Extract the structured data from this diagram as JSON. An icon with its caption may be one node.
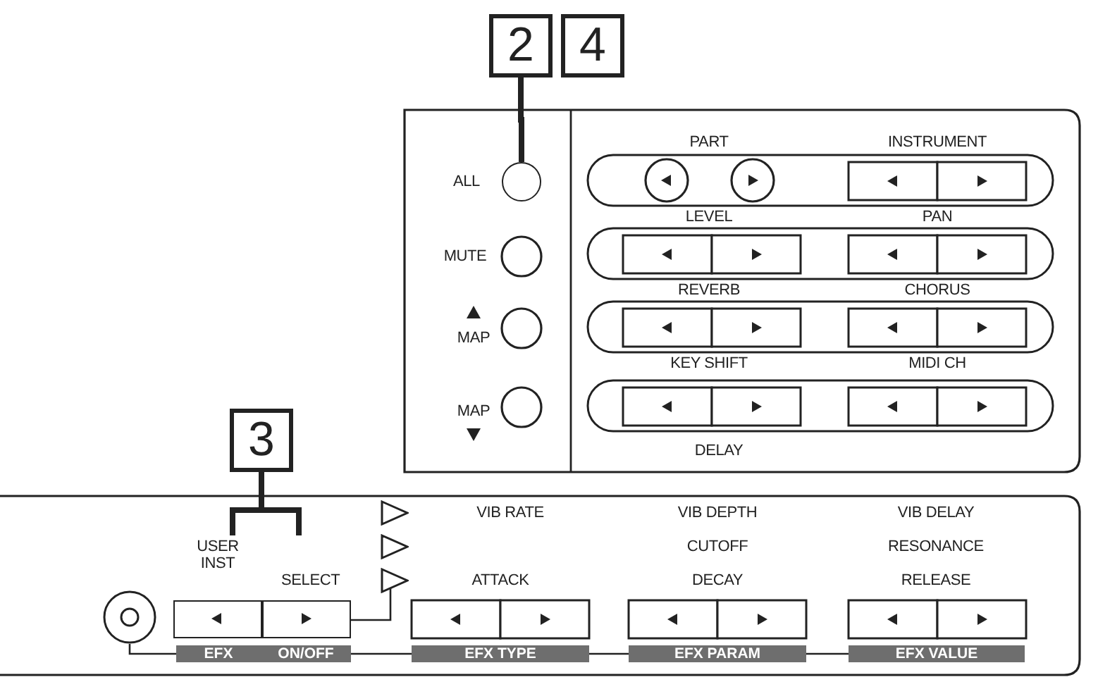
{
  "diagram": {
    "nodes": [
      {
        "text": [
          "2"
        ]
      },
      {
        "text": [
          "4"
        ]
      },
      {
        "text": [],
        "shape": "circle",
        "beside": [
          "ALL"
        ]
      },
      {
        "text": [
          "3"
        ]
      },
      {
        "text": [],
        "shape": "box",
        "beside": [
          "USER INST"
        ]
      },
      {
        "text": [],
        "shape": "box",
        "beside": [
          "SELECT"
        ]
      },
      {
        "text": [],
        "shape": "triangle"
      },
      {
        "text": [],
        "shape": "triangle"
      },
      {
        "text": [],
        "shape": "triangle"
      }
    ],
    "edges": [
      {
        "from": 0,
        "to": 2,
        "arrow": "none"
      },
      {
        "from": 3,
        "to": 4,
        "arrow": "none"
      },
      {
        "from": 3,
        "to": 5,
        "arrow": "none"
      },
      {
        "from": 5,
        "to": 8,
        "arrow": "none"
      }
    ],
    "labels": [
      "MUTE",
      "MAP",
      "MAP",
      "PART",
      "INSTRUMENT",
      "LEVEL",
      "PAN",
      "REVERB",
      "CHORUS",
      "KEY SHIFT",
      "MIDI CH",
      "DELAY",
      "VIB RATE",
      "VIB DEPTH",
      "VIB DELAY",
      "CUTOFF",
      "RESONANCE",
      "ATTACK",
      "DECAY",
      "RELEASE",
      "EFX",
      "ON/OFF",
      "EFX TYPE",
      "EFX PARAM",
      "EFX VALUE"
    ]
  }
}
